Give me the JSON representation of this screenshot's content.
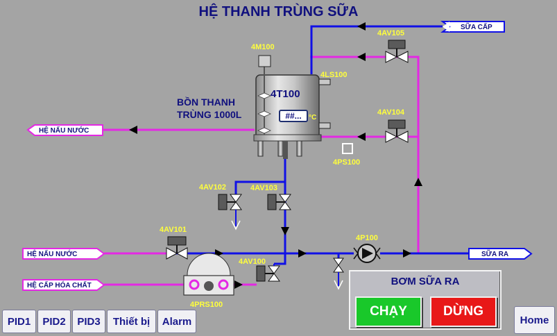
{
  "title": "HỆ THANH TRÙNG SỮA",
  "tank": {
    "name_line1": "BỒN THANH",
    "name_line2": "TRÙNG 1000L",
    "tag": "4T100",
    "temp_value": "##...",
    "temp_unit": "°C",
    "agitator": "4M100",
    "level_switch": "4LS100"
  },
  "ports": {
    "sua_cap": "SỮA CẤP",
    "he_nau_nuoc_top": "HỆ NẤU NƯỚC",
    "he_nau_nuoc_left": "HỆ NẤU NƯỚC",
    "he_cap_hoa_chat": "HỆ CẤP HÓA CHẤT",
    "sua_ra": "SỮA RA"
  },
  "valves": {
    "v105": "4AV105",
    "v104": "4AV104",
    "v102": "4AV102",
    "v103": "4AV103",
    "v101": "4AV101",
    "v100": "4AV100"
  },
  "instruments": {
    "pressure_switch": "4PS100",
    "pump": "4P100",
    "chem_pump": "4PRS100"
  },
  "pump_panel": {
    "title": "BƠM SỮA RA",
    "run": "CHẠY",
    "stop": "DỪNG"
  },
  "nav": [
    "PID1",
    "PID2",
    "PID3",
    "Thiết bị",
    "Alarm"
  ],
  "home": "Home",
  "colors": {
    "background": "#a4a4a4",
    "milk_line": "#1010e6",
    "hot_water_line": "#e428e4",
    "run": "#19c82a",
    "stop": "#e81818",
    "tag_text": "#ffff3c"
  }
}
